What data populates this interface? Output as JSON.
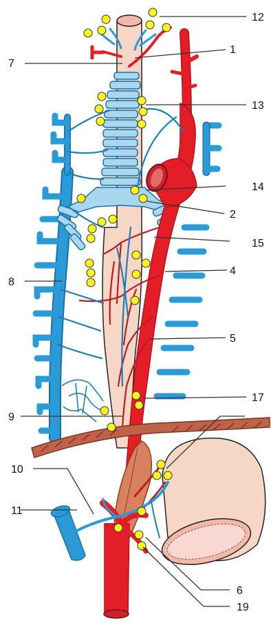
{
  "colors": {
    "artery": "#e41e26",
    "artery_dark": "#b5131a",
    "vein": "#2b9bd8",
    "vein_dark": "#1b6fa6",
    "trachea": "#a9d7f0",
    "esophagus": "#f6d6c4",
    "node": "#fbf31d",
    "diaphragm": "#c0624a",
    "muscle": "#d9805e",
    "outline": "#222222",
    "leader": "#333333"
  },
  "labels": {
    "l1": "1",
    "l2": "2",
    "l4": "4",
    "l5": "5",
    "l6": "6",
    "l7": "7",
    "l8": "8",
    "l9": "9",
    "l10": "10",
    "l11": "11",
    "l12": "12",
    "l13": "13",
    "l14": "14",
    "l15": "15",
    "l17": "17",
    "l19": "19"
  }
}
